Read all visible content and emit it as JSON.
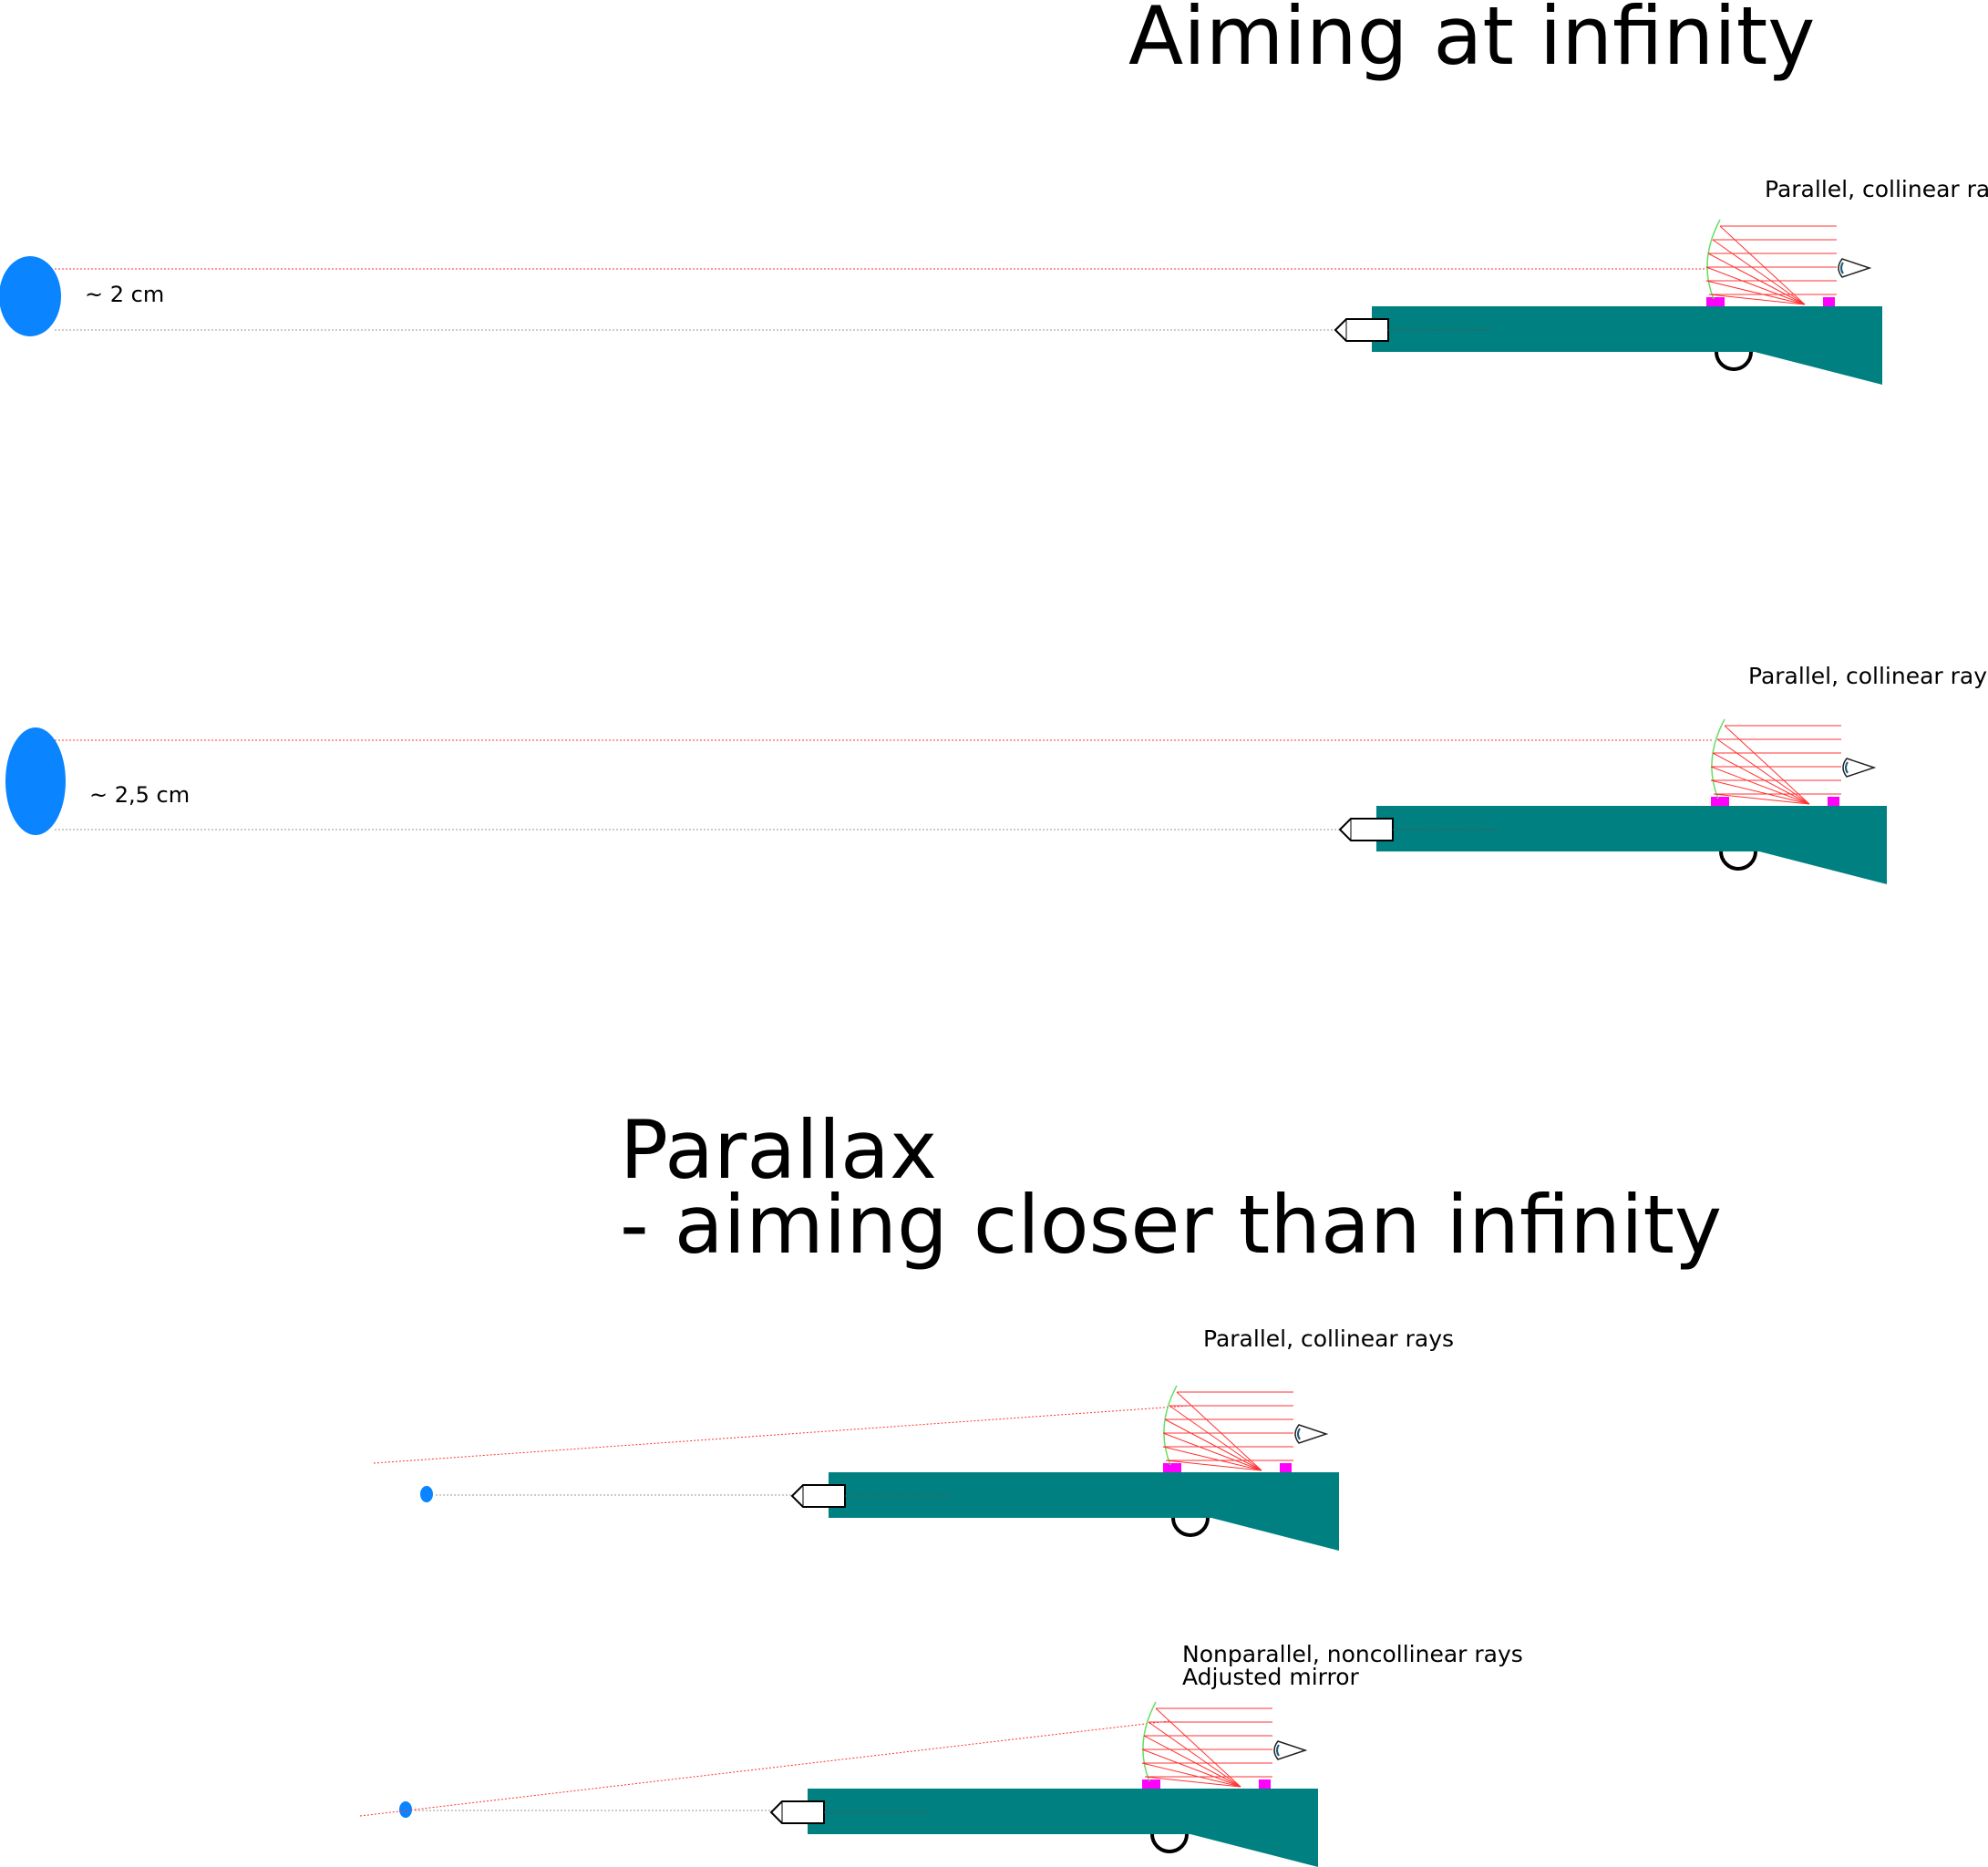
{
  "titles": {
    "infinity": "Aiming at infinity",
    "parallax_line1": "Parallax",
    "parallax_line2": "- aiming closer than infinity"
  },
  "panels": [
    {
      "id": "p1",
      "measure": "~ 2 cm",
      "label_lines": [
        "Parallel, collinear rays"
      ]
    },
    {
      "id": "p2",
      "measure": "~ 2,5 cm",
      "label_lines": [
        "Parallel, collinear rays"
      ]
    },
    {
      "id": "p3",
      "measure": "",
      "label_lines": [
        "Parallel, collinear rays"
      ]
    },
    {
      "id": "p4",
      "measure": "",
      "label_lines": [
        "Nonparallel, noncollinear rays",
        "Adjusted mirror"
      ]
    }
  ],
  "colors": {
    "gun_body": "#008080",
    "target": "#0a84ff",
    "mount": "#ff00ff",
    "ray": "#ff3333",
    "mirror": "#66dd66",
    "sight_line": "#999999"
  }
}
